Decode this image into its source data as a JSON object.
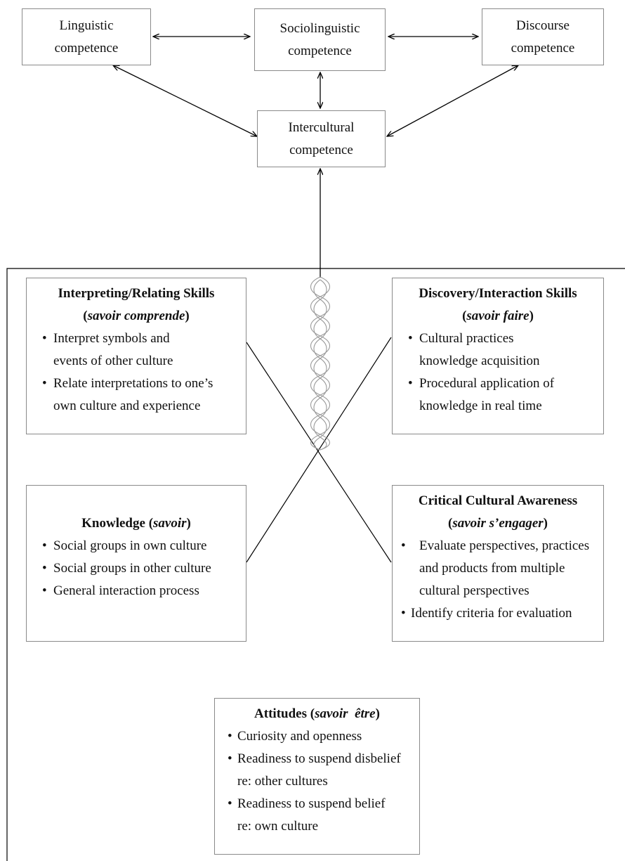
{
  "top_boxes": {
    "linguistic": [
      "Linguistic",
      "competence"
    ],
    "sociolinguistic": [
      "Sociolinguistic",
      "competence"
    ],
    "discourse": [
      "Discourse",
      "competence"
    ],
    "intercultural": [
      "Intercultural",
      "competence"
    ]
  },
  "interpreting": {
    "title": "Interpreting/Relating Skills",
    "subtitle": "savoir comprende",
    "bullets": [
      "Interpret symbols and events of other culture",
      "Relate interpretations to one’s own culture and experience"
    ]
  },
  "discovery": {
    "title": "Discovery/Interaction Skills",
    "subtitle": "savoir faire",
    "bullets": [
      "Cultural practices knowledge acquisition",
      "Procedural application of knowledge in real time"
    ]
  },
  "knowledge": {
    "title": "Knowledge",
    "subtitle": "savoir",
    "bullets": [
      "Social groups in own culture",
      "Social groups in other culture",
      "General interaction process"
    ]
  },
  "critical": {
    "title": "Critical Cultural Awareness",
    "subtitle": "savoir s’engager",
    "bullets": [
      "Evaluate perspectives, practices and products from multiple cultural perspectives",
      "Identify criteria for evaluation"
    ]
  },
  "attitudes": {
    "title": "Attitudes",
    "subtitle": "savoir  être",
    "bullets": [
      "Curiosity and openness",
      "Readiness to suspend disbelief re: other cultures",
      "Readiness to suspend belief re: own culture"
    ]
  },
  "colors": {
    "line": "#000000",
    "border": "#8a8a8a",
    "braid": "#9a9a9a"
  }
}
